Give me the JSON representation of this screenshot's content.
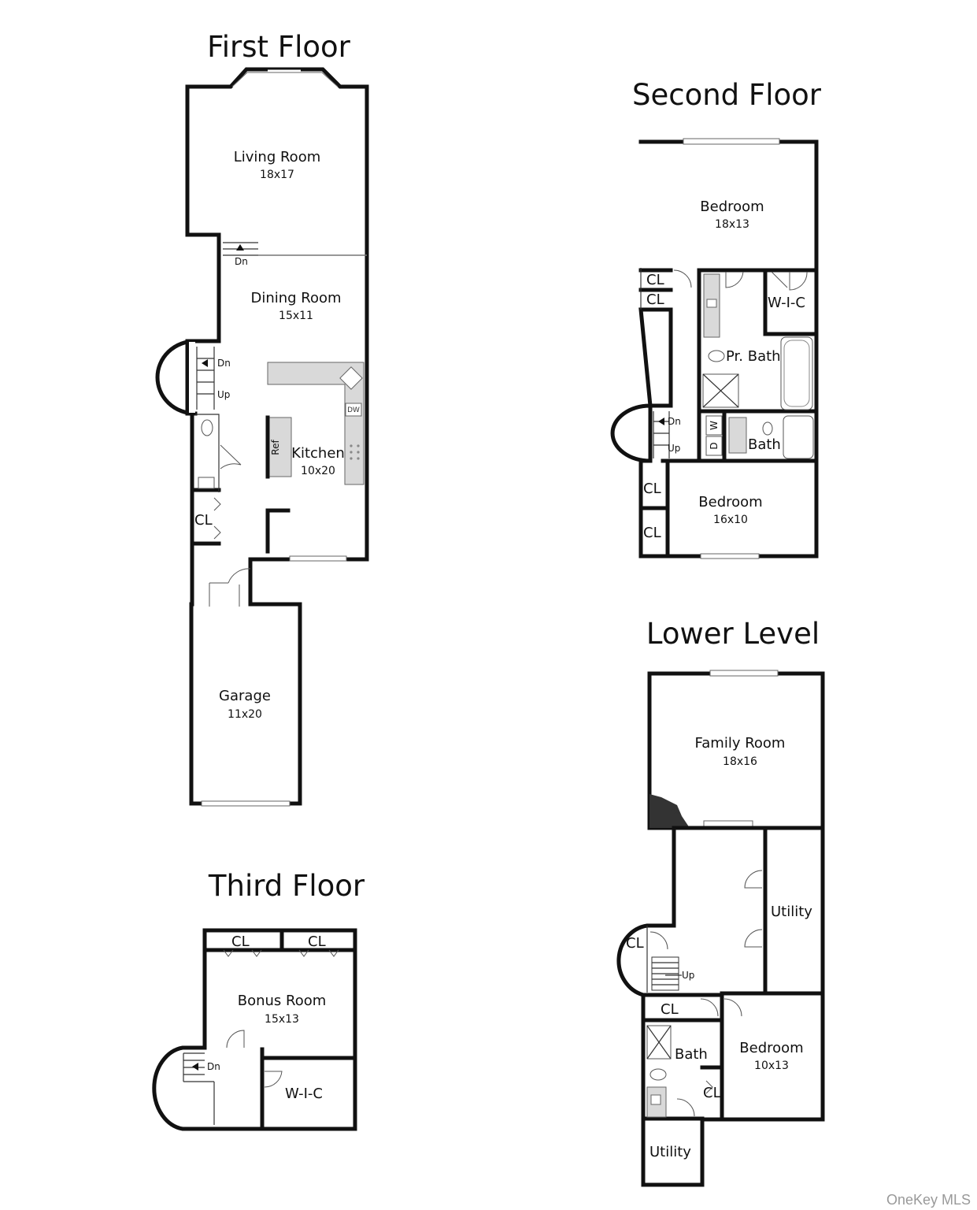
{
  "floors": {
    "first": {
      "title": "First Floor",
      "living_room": {
        "name": "Living Room",
        "dim": "18x17"
      },
      "dining_room": {
        "name": "Dining Room",
        "dim": "15x11"
      },
      "kitchen": {
        "name": "Kitchen",
        "dim": "10x20"
      },
      "garage": {
        "name": "Garage",
        "dim": "11x20"
      },
      "ref": "Ref",
      "dw": "DW",
      "cl": "CL",
      "stair_dn_top": "Dn",
      "stair_dn": "Dn",
      "stair_up": "Up"
    },
    "second": {
      "title": "Second Floor",
      "bedroom_top": {
        "name": "Bedroom",
        "dim": "18x13"
      },
      "bedroom_bottom": {
        "name": "Bedroom",
        "dim": "16x10"
      },
      "pr_bath": "Pr. Bath",
      "bath": "Bath",
      "wic": "W-I-C",
      "cl1": "CL",
      "cl2": "CL",
      "cl3": "CL",
      "cl4": "CL",
      "w": "W",
      "d": "D",
      "stair_dn": "Dn",
      "stair_up": "Up"
    },
    "third": {
      "title": "Third Floor",
      "bonus_room": {
        "name": "Bonus Room",
        "dim": "15x13"
      },
      "cl1": "CL",
      "cl2": "CL",
      "wic": "W-I-C",
      "stair_dn": "Dn"
    },
    "lower": {
      "title": "Lower Level",
      "family_room": {
        "name": "Family Room",
        "dim": "18x16"
      },
      "utility_right": "Utility",
      "utility_bottom": "Utility",
      "bedroom": {
        "name": "Bedroom",
        "dim": "10x13"
      },
      "bath": "Bath",
      "cl1": "CL",
      "cl2": "CL",
      "cl3": "CL",
      "fp": "FP",
      "stair_up": "Up"
    }
  },
  "watermark": "OneKey MLS"
}
